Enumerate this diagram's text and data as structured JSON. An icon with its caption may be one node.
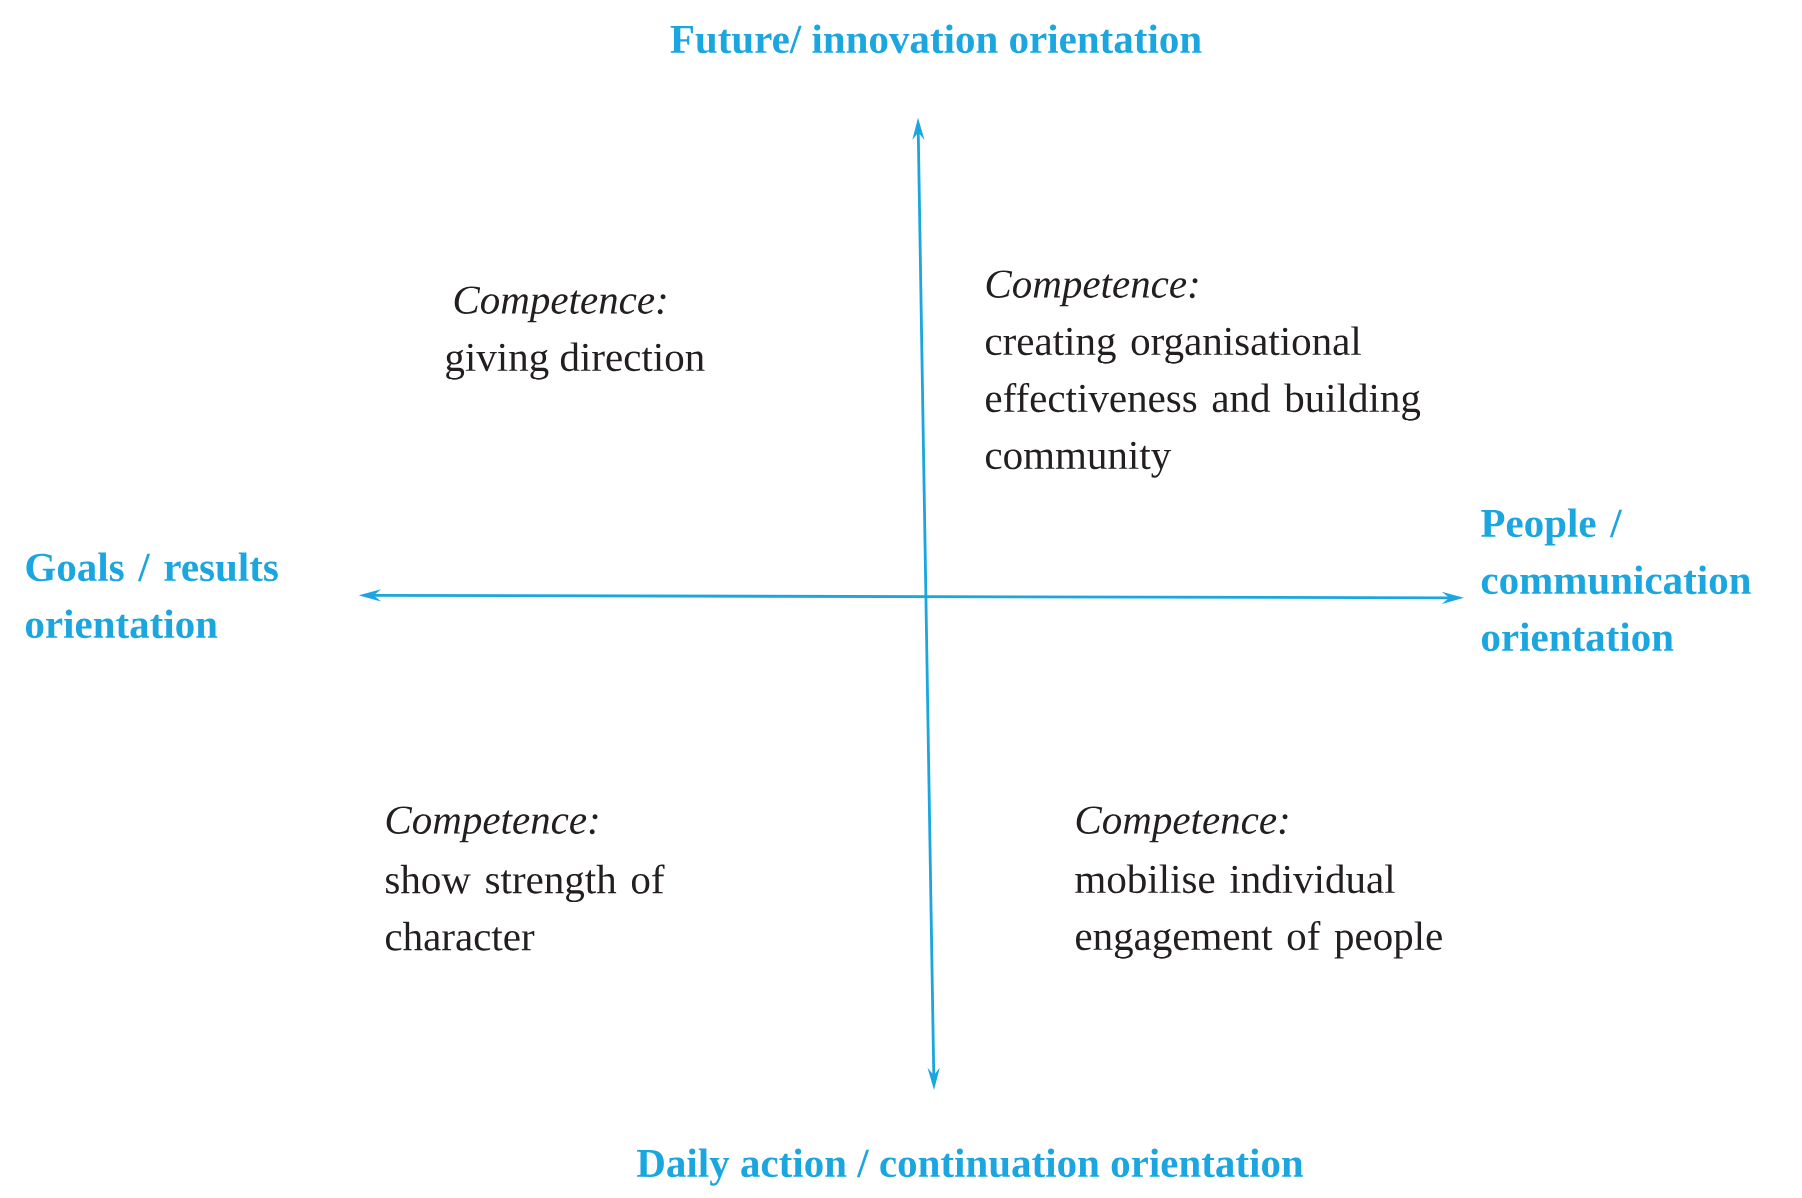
{
  "diagram": {
    "nodes": [
      {
        "text": [
          "Future/ innovation orientation"
        ]
      },
      {
        "text": [
          "Goals / results orientation"
        ]
      },
      {
        "text": [
          "People / communication orientation"
        ]
      },
      {
        "text": [
          "Daily action / continuation orientation"
        ]
      }
    ],
    "edges": [
      {
        "from": 3,
        "to": 0,
        "arrow": "both"
      },
      {
        "from": 1,
        "to": 2,
        "arrow": "both"
      }
    ],
    "labels": [
      "Competence:",
      "giving direction",
      "Competence:",
      "creating organisational effectiveness and building community",
      "Competence:",
      "show strength of character",
      "Competence:",
      "mobilise individual engagement of people"
    ]
  }
}
